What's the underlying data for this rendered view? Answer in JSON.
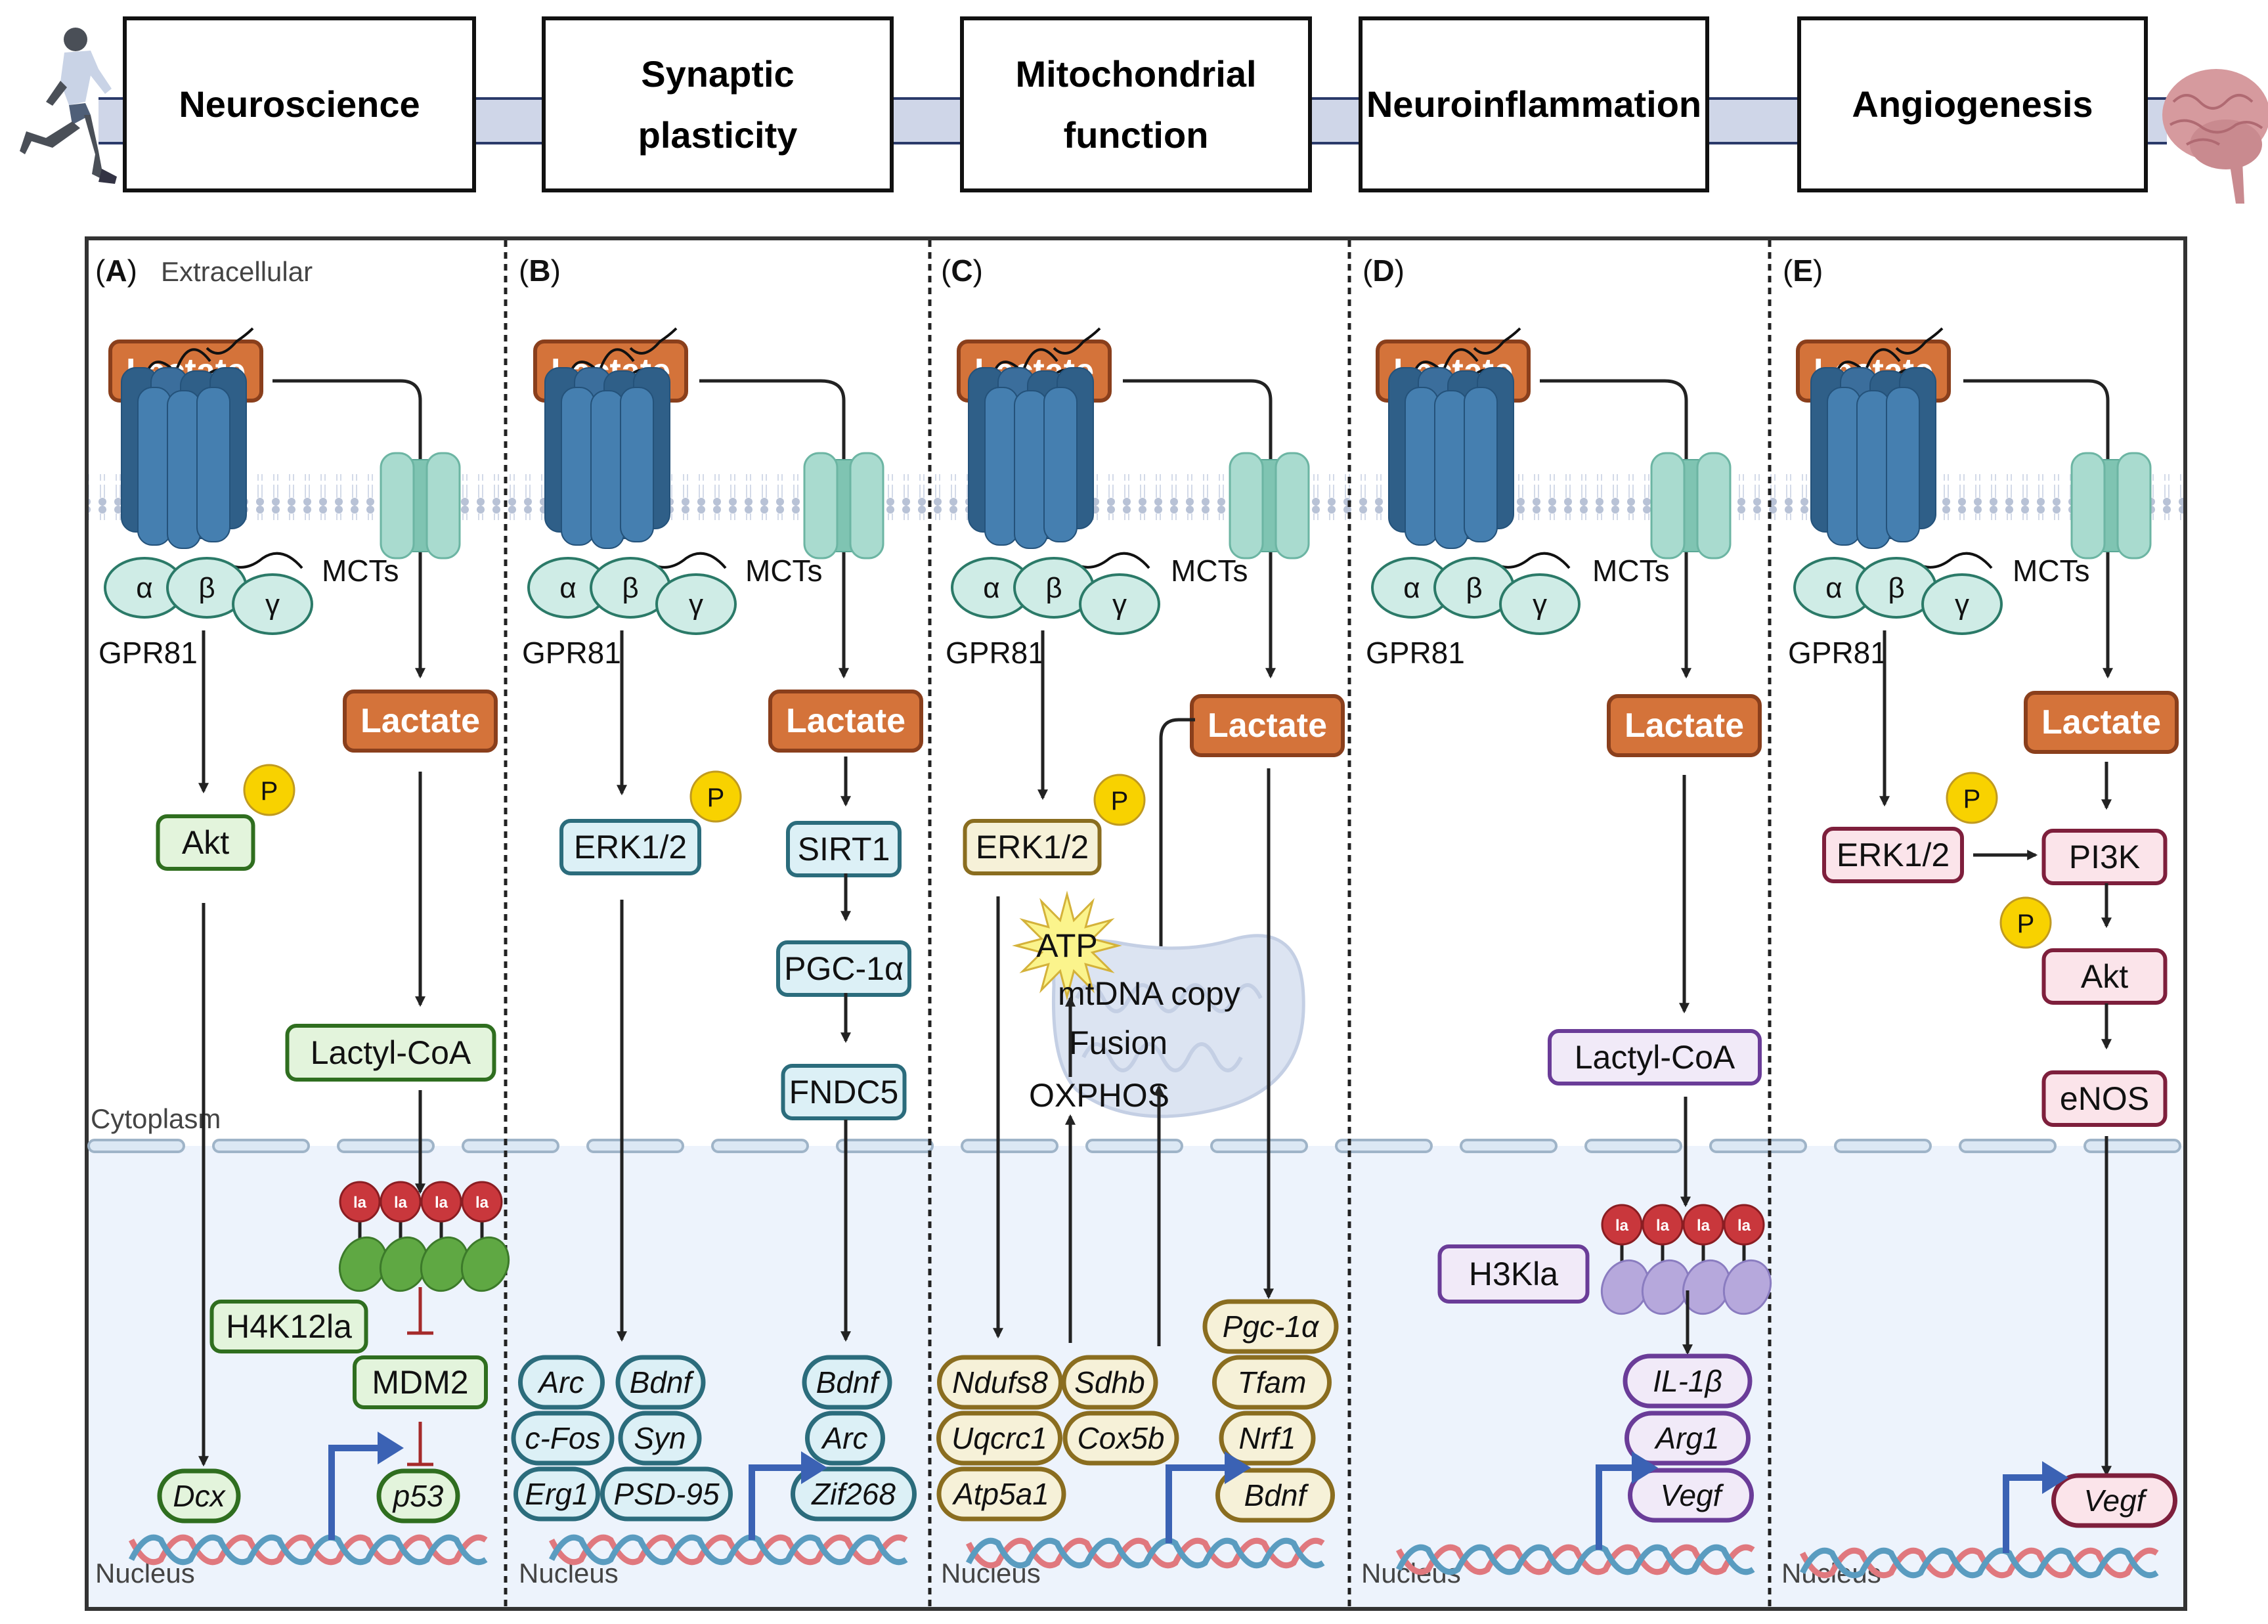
{
  "header": {
    "left_icon": "runner-icon",
    "right_icon": "brain-icon",
    "boxes": [
      {
        "lines": [
          "Neuroscience"
        ]
      },
      {
        "lines": [
          "Synaptic",
          "plasticity"
        ]
      },
      {
        "lines": [
          "Mitochondrial",
          "function"
        ]
      },
      {
        "lines": [
          "Neuroinflammation"
        ]
      },
      {
        "lines": [
          "Angiogenesis"
        ]
      }
    ]
  },
  "regions": {
    "extracellular": "Extracellular",
    "cytoplasm": "Cytoplasm",
    "nucleus": "Nucleus"
  },
  "common": {
    "lactate": "Lactate",
    "receptor": "GPR81",
    "transporter": "MCTs",
    "subunits": [
      "α",
      "β",
      "γ"
    ],
    "phospho": "P",
    "lactyl_mark": "la"
  },
  "colors": {
    "lactate_fill": "#d4733a",
    "lactate_border": "#8a3f1c",
    "receptor_blue": "#3b6e9c",
    "mct_green": "#8fd0bf",
    "phospho_yellow": "#f8d200",
    "la_red": "#c9373c",
    "dna_red": "#e0787e",
    "dna_blue": "#5a9cc0",
    "promoter_blue": "#3b62b4",
    "inhibit_red": "#a52a2a",
    "nucleus_bg": "#edf3fc",
    "band": "#cfd6e8",
    "panel_A": {
      "fill": "#e3f4dc",
      "border": "#2f6e1f"
    },
    "panel_B": {
      "fill": "#dcf0f6",
      "border": "#2b6c7c"
    },
    "panel_C": {
      "fill": "#f6f1d8",
      "border": "#8a6d1f"
    },
    "panel_D": {
      "fill": "#f1eaf8",
      "border": "#6a3c98"
    },
    "panel_E": {
      "fill": "#fbe4ea",
      "border": "#7e1f3c"
    }
  },
  "panels": {
    "A": {
      "label": "A",
      "left_path": [
        "Akt"
      ],
      "right_path": [
        "Lactate",
        "Lactyl-CoA"
      ],
      "histone_mark": "H4K12la",
      "inhibited": "MDM2",
      "genes_left": [
        "Dcx"
      ],
      "genes_right": [
        "p53"
      ]
    },
    "B": {
      "label": "B",
      "left_path": [
        "ERK1/2"
      ],
      "right_path": [
        "Lactate",
        "SIRT1",
        "PGC-1α",
        "FNDC5"
      ],
      "genes_left": [
        "Arc",
        "Bdnf",
        "c-Fos",
        "Syn",
        "Erg1",
        "PSD-95"
      ],
      "genes_right": [
        "Bdnf",
        "Arc",
        "Zif268"
      ]
    },
    "C": {
      "label": "C",
      "left_path": [
        "ERK1/2"
      ],
      "right_path": [
        "Lactate"
      ],
      "mito_labels": [
        "mtDNA copy",
        "Fusion",
        "OXPHOS"
      ],
      "atp": "ATP",
      "genes_left": [
        "Ndufs8",
        "Sdhb",
        "Uqcrc1",
        "Cox5b",
        "Atp5a1"
      ],
      "genes_right": [
        "Pgc-1α",
        "Tfam",
        "Nrf1",
        "Bdnf"
      ]
    },
    "D": {
      "label": "D",
      "right_path": [
        "Lactate",
        "Lactyl-CoA"
      ],
      "histone_mark": "H3Kla",
      "genes_right": [
        "IL-1β",
        "Arg1",
        "Vegf"
      ]
    },
    "E": {
      "label": "E",
      "left_path": [
        "ERK1/2"
      ],
      "right_path": [
        "Lactate",
        "PI3K",
        "Akt",
        "eNOS"
      ],
      "genes_right": [
        "Vegf"
      ]
    }
  }
}
